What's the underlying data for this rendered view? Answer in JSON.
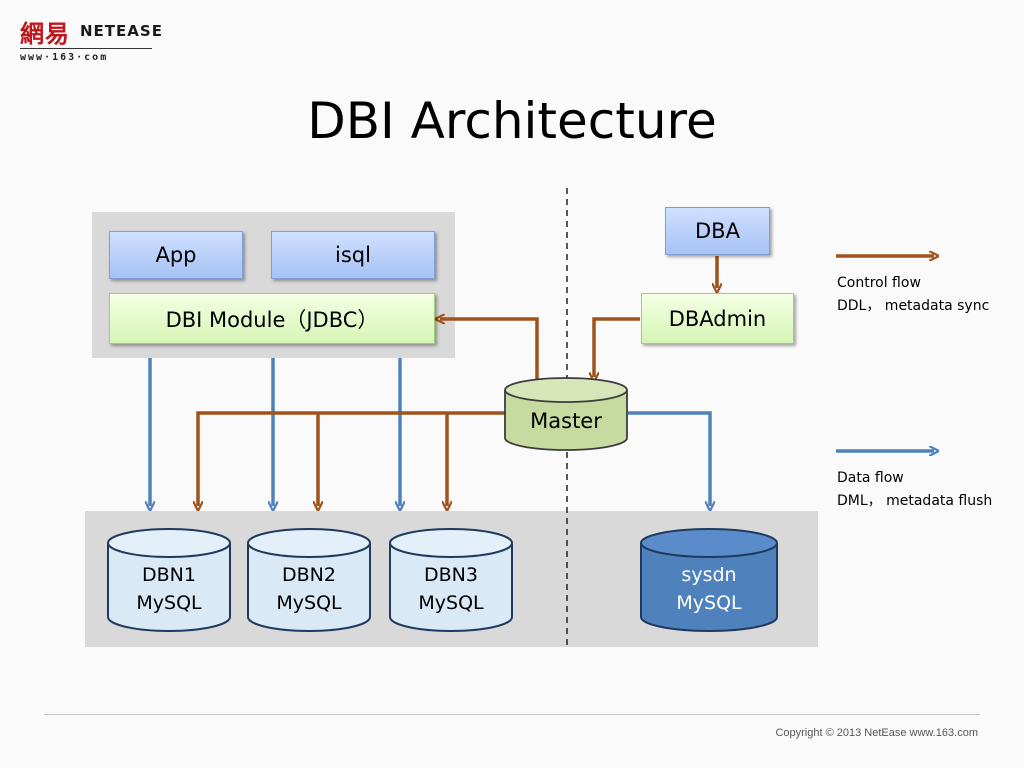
{
  "logo": {
    "chinese": "網易",
    "brand": "NETEASE",
    "url": "www·163·com"
  },
  "title": "DBI Architecture",
  "boxes": {
    "app": "App",
    "isql": "isql",
    "dbi_module": "DBI Module（JDBC）",
    "dba": "DBA",
    "dbadmin": "DBAdmin",
    "master": "Master"
  },
  "databases": [
    {
      "name": "DBN1",
      "engine": "MySQL"
    },
    {
      "name": "DBN2",
      "engine": "MySQL"
    },
    {
      "name": "DBN3",
      "engine": "MySQL"
    },
    {
      "name": "sysdn",
      "engine": "MySQL"
    }
  ],
  "legend": {
    "control_title": "Control flow",
    "control_desc": "DDL， metadata sync",
    "data_title": "Data flow",
    "data_desc": "DML， metadata flush"
  },
  "footer": {
    "copyright": "Copyright ©  2013  NetEase  www.163.com"
  },
  "colors": {
    "control_flow": "#a0521b",
    "data_flow": "#4f81bd",
    "panel": "#d9d9d9"
  }
}
